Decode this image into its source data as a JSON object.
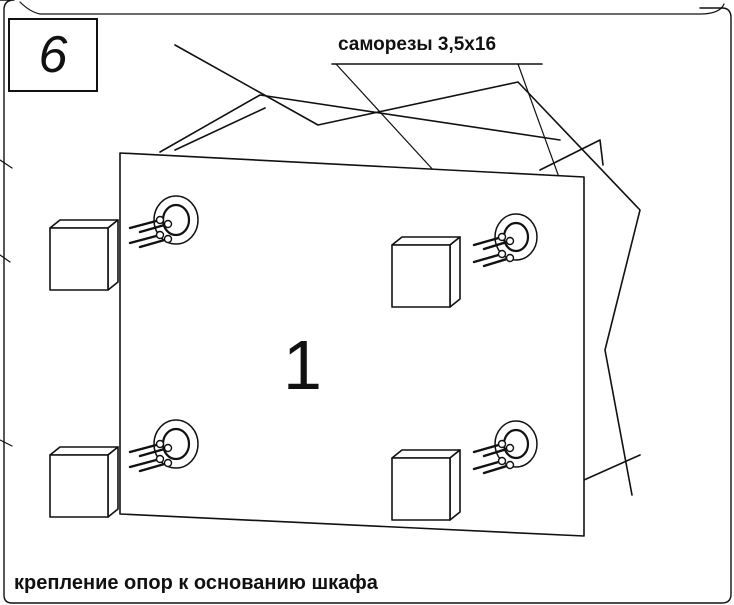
{
  "step": {
    "number": "6"
  },
  "callout": {
    "label": "саморезы 3,5х16"
  },
  "panel": {
    "part_number": "1"
  },
  "caption": {
    "text": "крепление опор к основанию шкафа"
  },
  "icons": {
    "screw": "screw-icon",
    "support": "support-foot-icon",
    "hole": "mounting-hole-icon"
  }
}
